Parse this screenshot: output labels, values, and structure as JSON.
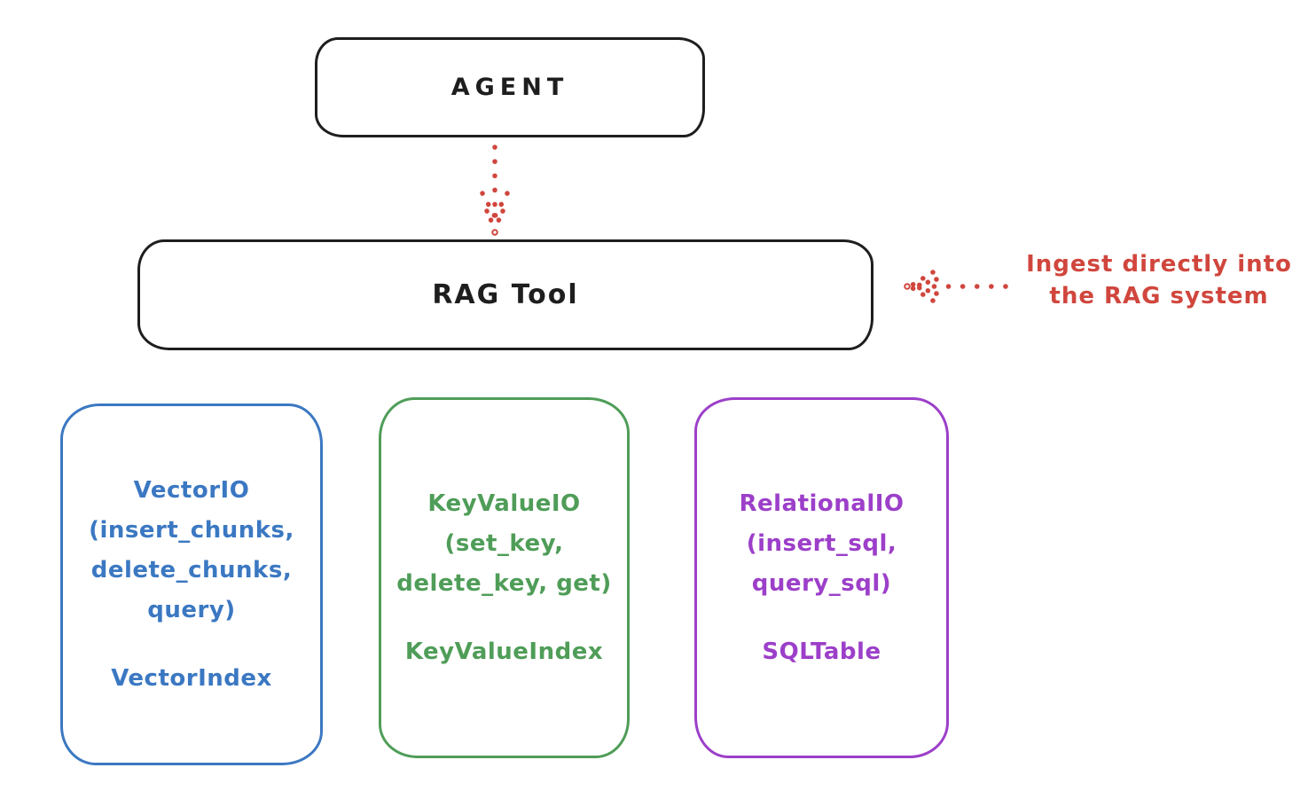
{
  "colors": {
    "stroke_black": "#1e1e1e",
    "arrow_red": "#d0463d",
    "vector_blue": "#3b78c2",
    "keyvalue_green": "#4f9d58",
    "relational_purple": "#9c3fc9",
    "background": "#ffffff"
  },
  "nodes": {
    "agent": {
      "label": "AGENT"
    },
    "rag_tool": {
      "label": "RAG Tool"
    }
  },
  "annotation": {
    "line1": "Ingest directly into",
    "line2": "the RAG system"
  },
  "arrows": [
    {
      "name": "agent-to-rag-tool",
      "style": "dotted",
      "color": "#d0463d",
      "direction": "down"
    },
    {
      "name": "ingest-into-rag",
      "style": "dotted",
      "color": "#d0463d",
      "direction": "left"
    }
  ],
  "boxes": [
    {
      "id": "vector-io",
      "color": "#3b78c2",
      "io_lines": [
        "VectorIO",
        "(insert_chunks,",
        "delete_chunks,",
        "query)"
      ],
      "index_label": "VectorIndex"
    },
    {
      "id": "keyvalue-io",
      "color": "#4f9d58",
      "io_lines": [
        "KeyValueIO",
        "(set_key,",
        "delete_key, get)"
      ],
      "index_label": "KeyValueIndex"
    },
    {
      "id": "relational-io",
      "color": "#9c3fc9",
      "io_lines": [
        "RelationalIO",
        "(insert_sql,",
        "query_sql)"
      ],
      "index_label": "SQLTable"
    }
  ]
}
